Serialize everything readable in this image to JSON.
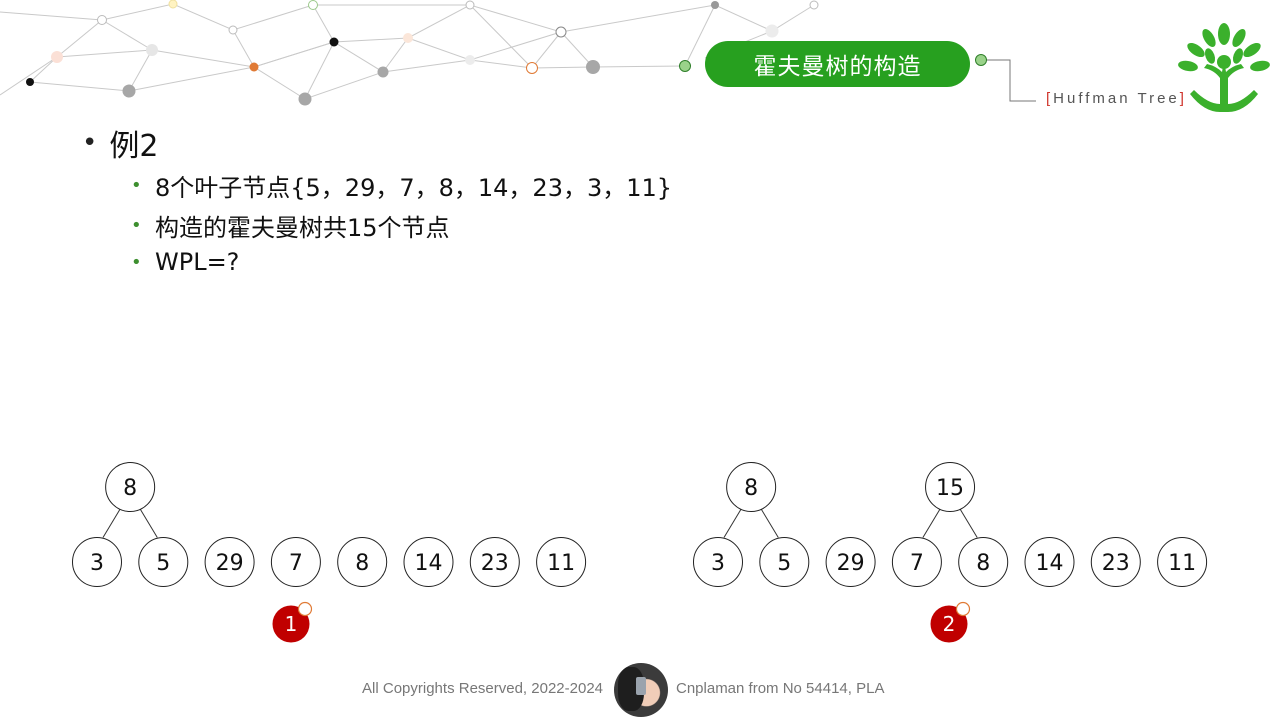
{
  "header": {
    "title": "霍夫曼树的构造",
    "subtitle_open": "[",
    "subtitle": "Huffman Tree",
    "subtitle_close": "]",
    "accent_color": "#27a01f",
    "bracket_color": "#d0342c",
    "logo_icon": "tree-hands-icon"
  },
  "content": {
    "level1": "例2",
    "bullets": [
      "8个叶子节点{5，29，7，8，14，23，3，11}",
      "构造的霍夫曼树共15个节点",
      "WPL=?"
    ]
  },
  "diagrams": [
    {
      "step_label": "1",
      "leaves": [
        "3",
        "5",
        "29",
        "7",
        "8",
        "14",
        "23",
        "11"
      ],
      "internal": [
        {
          "label": "8",
          "children": [
            0,
            1
          ]
        }
      ]
    },
    {
      "step_label": "2",
      "leaves": [
        "3",
        "5",
        "29",
        "7",
        "8",
        "14",
        "23",
        "11"
      ],
      "internal": [
        {
          "label": "8",
          "children": [
            0,
            1
          ]
        },
        {
          "label": "15",
          "children": [
            3,
            4
          ]
        }
      ]
    }
  ],
  "footer": {
    "copyright": "All Copyrights Reserved, 2022-2024",
    "author": "Cnplaman from No 54414, PLA"
  }
}
